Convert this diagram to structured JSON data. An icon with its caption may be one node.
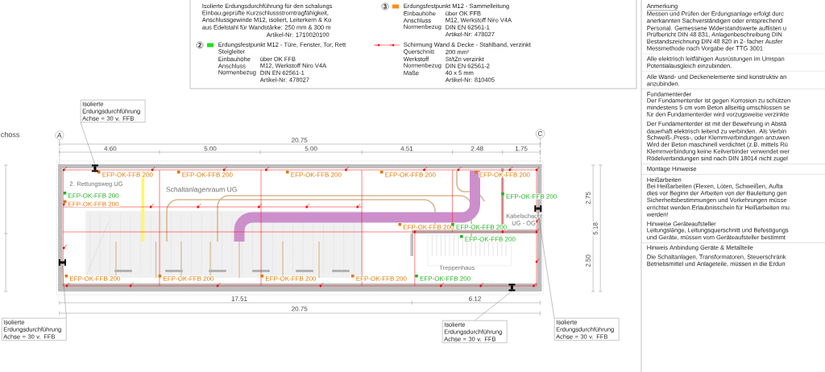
{
  "diagram": {
    "nodes": [
      {
        "text": [
          "Isolierte Erdungsdurchführung",
          "Achse = 30 v. FFB"
        ]
      },
      {
        "text": [],
        "shape": "picture"
      },
      {
        "text": [
          "Isolierte Erdungsdurchführung",
          "Achse = 30 v. FFB"
        ]
      },
      {
        "text": [],
        "shape": "picture"
      },
      {
        "text": [
          "Isolierte Erdungsdurchführung",
          "Achse = 30 v. FFB"
        ]
      },
      {
        "text": [],
        "shape": "picture"
      },
      {
        "text": [
          "Isolierte Erdungsdurchführung",
          "Achse = 30 v. FFB"
        ]
      },
      {
        "text": [],
        "shape": "picture"
      }
    ],
    "edges": [
      {
        "from": 0,
        "to": 1,
        "arrow": "none"
      },
      {
        "from": 2,
        "to": 3,
        "arrow": "none"
      },
      {
        "from": 4,
        "to": 5,
        "arrow": "none"
      },
      {
        "from": 6,
        "to": 7,
        "arrow": "none"
      }
    ],
    "labels": [
      "choss",
      "A",
      "C",
      "20.75",
      "4.60",
      "5.00",
      "5.00",
      "4.51",
      "2.48",
      "1.75",
      "EFP-OK-FFB 200",
      "EFP-OK-FFB 200",
      "EFP-OK-FFB 200",
      "EFP-OK-FFB 200",
      "EFP-OK-FFB 200",
      "2. Rettungsweg UG",
      "Schaltanlagenraum UG",
      "EFP-OK-FFB 200",
      "EFP-OK-FFB 200",
      "EFP-OK-FFB 200",
      "Kabelschacht",
      "UG - OG",
      "EFP-OK-FFB 200",
      "EFP-OK-FFB 200",
      "EFP-OK-FFB 200",
      "Treppenhaus",
      "EFP-OK-FFB 200",
      "EFP-OK-FFB 200",
      "EFP-OK-FFB 200",
      "EFP-OK-FFB 200",
      "EFP-OK-FFB 200",
      "17.51",
      "6.12",
      "20.75",
      "2.75",
      "5.18",
      "2.50",
      "Isolierte Erdungsdurchführung für den schalungs",
      "Einbau,geprüfte Kurzschlussstromtragfähigkeit,",
      "Anschlussgewinde M12, isoliert, Leiterkern & Ko",
      "aus Edelstahl für Wandstärke: 250 mm & 300 m",
      "Artikel-Nr: 1710020100",
      "2",
      "Steigleiter",
      "Einbauhöhe",
      "über OK FFB",
      "Anschluss",
      "M12, Werkstoff Niro V4A",
      "Normenbezug",
      "DIN EN 62561-1",
      "Artikel-Nr: 478027",
      "3",
      "Einbauhöhe",
      "über OK FFB",
      "Anschluss",
      "M12, Werkstoff Niro V4A",
      "Normenbezug",
      "DIN EN 62561-1",
      "Artikel-Nr: 478027",
      "Querschnitt",
      "200 mm²",
      "Werkstoff",
      "St/tZn verzinkt",
      "Normenbezug",
      "DIN EN 62561-2",
      "Maße",
      "40 x 5 mm",
      "Artikel-Nr: 810405",
      "Anmerkung",
      "Messen und Prüfen der Erdungsanlage erfolgt durc",
      "anerkannten Sachverständigen oder entsprechend",
      "Personal. Gemessene Widerstandswerte auflisten u",
      "Prüfbericht DIN 48 831, Anlagenbeschreibung DIN",
      "Bestandszeichnung DIN 48 820 in 2- facher Ausfer",
      "Messmethode nach Vorgabe der TTG 3001",
      "Alle elektrisch leitfähigen Ausrüstungen im Umspan",
      "Potentialausgleich einzubinden.",
      "Alle Wand- und Deckenelemente sind konstruktiv an",
      "anzubinden.",
      "Fundamenterder",
      "Der Fundamenterder ist gegen Korrosion zu schützen",
      "mindestens 5 cm vom Beton allseitig umschlossen se",
      "für den Fundamenterder wird vorzugsweise verzinkte",
      "Der Fundamenterder ist mit der Bewehrung in Abstä",
      "dauerhaft elektrisch leitend zu verbinden. Als Verbin",
      "Schweiß-,Press-, oder Klemmverbindungen anzuwen",
      "Wird der Beton maschinell verdichtet (z.B. mittels Rü",
      "Klemmverbindung keine Keilverbinder verwendet wer",
      "Rödelverbindungen sind nach DIN 18014 nicht zugel",
      "Montage Hinweise",
      "Heißarbeiten",
      "Bei Heißarbeiten (Flexen, Löten, Schweißen, Aufta",
      "dies vor Beginn der Arbeiten von der Bauleitung gen",
      "Sicherheitsbestimmungen und Vorkehrungen müsse",
      "errichtet werden.Erlaubnisschein für Heißarbeiten mu",
      "werden!",
      "Hinweise Geräteaufsteller",
      "Leitungslänge, Leitungsquerschnitt und Befestigungs",
      "und Geräte, müssen vom Geräteaufsteller bestimmt",
      "Hinweis Anbindung Geräte & Metallteile",
      "Die Schaltanlagen, Transformatoren, Steuerschränk",
      "Betriebsmittel und Anlageteile, müssen in die Erdun"
    ],
    "legend": [
      {
        "text": "Erdungsfestpunkt M12 - Türe, Fenster, Tor, Rett",
        "color": "#22dd22"
      },
      {
        "text": "Erdungsfestpunkt M12 - Sammelleitung",
        "color": "#ff8c1a"
      },
      {
        "text": "Schirmung Wand & Decke - Stahlband, verzinkt"
      }
    ]
  }
}
